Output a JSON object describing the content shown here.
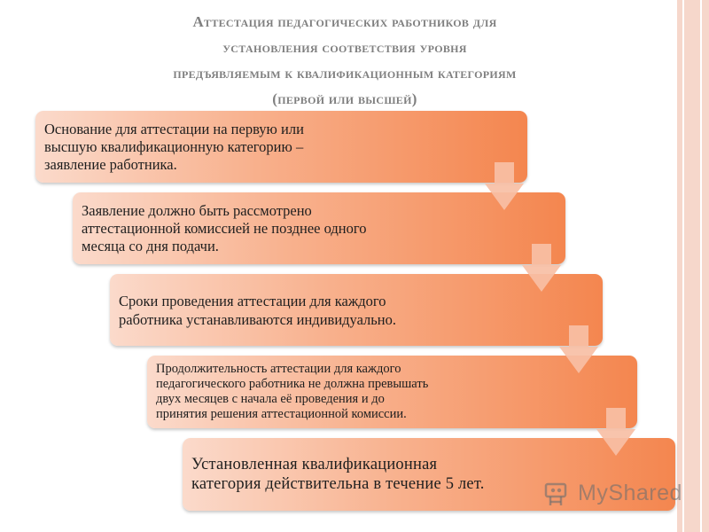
{
  "slide": {
    "title_lines": [
      "Аттестация педагогических работников для",
      "установления соответствия уровня",
      "предъявляемым к квалификационным категориям",
      "(первой или высшей)"
    ],
    "steps": [
      {
        "lines": [
          "Основание для аттестации на первую или",
          "высшую квалификационную категорию –",
          "заявление работника."
        ]
      },
      {
        "lines": [
          "Заявление должно быть рассмотрено",
          "аттестационной комиссией не позднее одного",
          "месяца со дня подачи."
        ]
      },
      {
        "lines": [
          "Сроки проведения аттестации для каждого",
          "работника устанавливаются индивидуально."
        ]
      },
      {
        "lines": [
          "Продолжительность аттестации для каждого",
          "педагогического работника не  должна превышать",
          "двух месяцев  с начала её проведения  и до",
          "принятия решения аттестационной комиссии."
        ]
      },
      {
        "lines": [
          "Установленная квалификационная",
          "категория действительна в течение 5 лет."
        ]
      }
    ]
  },
  "watermark": {
    "text": "MyShared",
    "icon": "myshared-logo-icon"
  },
  "colors": {
    "box_start": "#fbdacb",
    "box_mid": "#f8b08c",
    "box_end": "#f4864f",
    "arrow": "#f7bfa5",
    "title": "#7f7f7f",
    "side_stripe": "#f6d7cb"
  }
}
